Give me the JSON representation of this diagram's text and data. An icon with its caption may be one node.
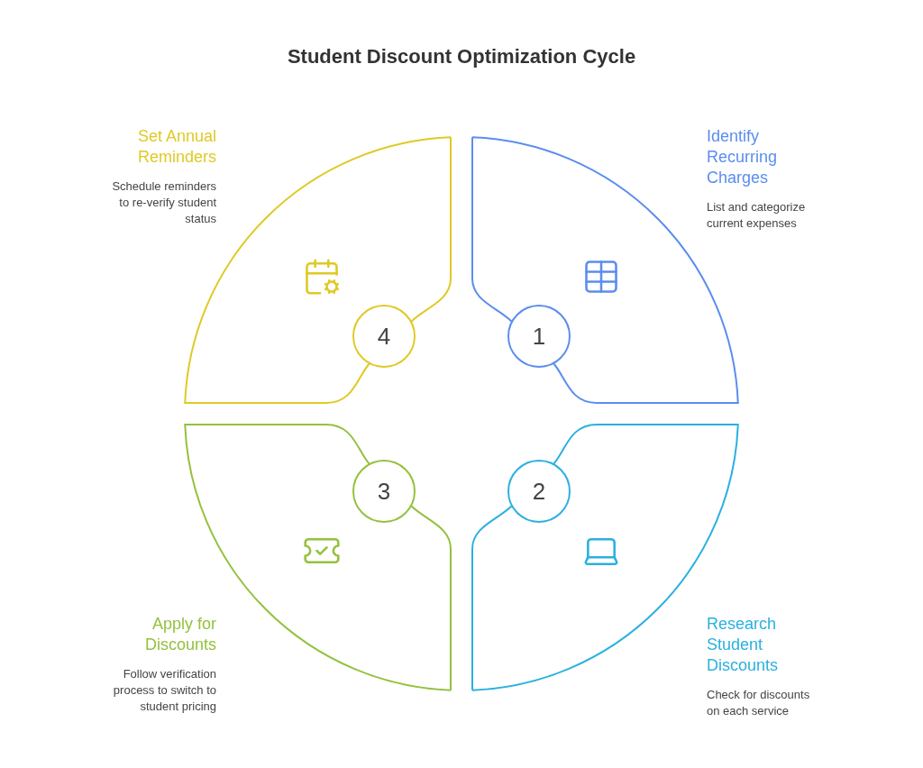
{
  "diagram": {
    "title": "Student Discount Optimization Cycle",
    "nodes": [
      {
        "text": [
          "1"
        ],
        "beside": [
          "Identify Recurring Charges",
          "List and categorize current expenses"
        ]
      },
      {
        "text": [
          "2"
        ],
        "beside": [
          "Research Student Discounts",
          "Check for discounts on each service"
        ]
      },
      {
        "text": [
          "3"
        ],
        "beside": [
          "Apply for Discounts",
          "Follow verification process to switch to student pricing"
        ]
      },
      {
        "text": [
          "4"
        ],
        "beside": [
          "Set Annual Reminders",
          "Schedule reminders to re-verify student status"
        ]
      }
    ]
  }
}
